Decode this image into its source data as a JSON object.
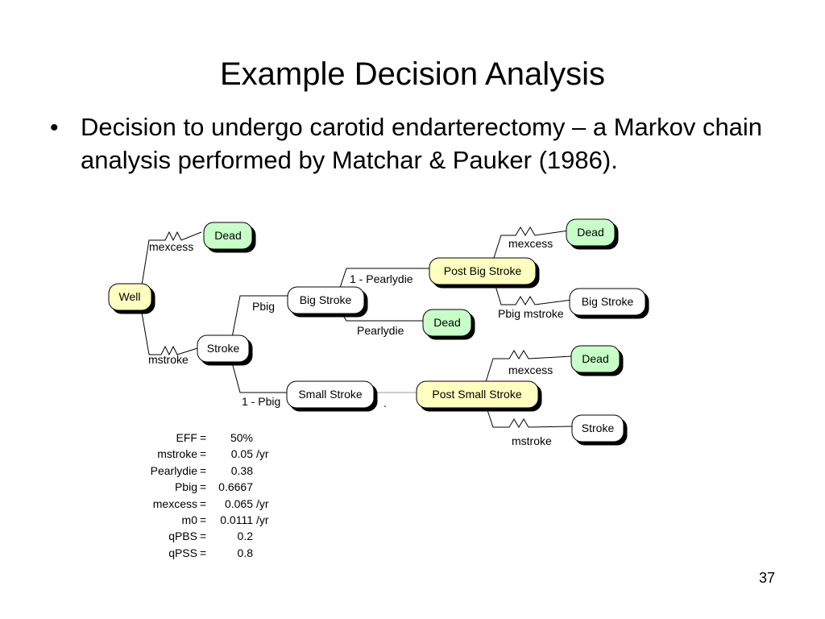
{
  "slide": {
    "title": "Example Decision Analysis",
    "bullet": "Decision to undergo carotid endarterectomy – a Markov chain analysis performed by Matchar & Pauker (1986).",
    "page_number": "37"
  },
  "diagram": {
    "nodes": {
      "well": "Well",
      "dead_top": "Dead",
      "stroke": "Stroke",
      "big_stroke": "Big Stroke",
      "small_stroke": "Small Stroke",
      "post_big_stroke": "Post Big Stroke",
      "dead_pearly": "Dead",
      "dead_pbs": "Dead",
      "big_stroke_pbs": "Big Stroke",
      "post_small_stroke": "Post Small Stroke",
      "dead_pss": "Dead",
      "stroke_pss": "Stroke"
    },
    "edges": {
      "well_dead": "mexcess",
      "well_stroke": "mstroke",
      "stroke_big": "Pbig",
      "stroke_small": "1 - Pbig",
      "big_post": "1 - Pearlydie",
      "big_dead": "Pearlydie",
      "pbs_dead": "mexcess",
      "pbs_big": "Pbig mstroke",
      "pss_dead": "mexcess",
      "pss_stroke": "mstroke",
      "small_dot": "."
    },
    "colors": {
      "decision_fill": "#FFFFC0",
      "terminal_fill": "#C8FFC8",
      "chance_fill": "#FFFFFF"
    }
  },
  "parameters": [
    {
      "name": "EFF",
      "eq": "=",
      "value": "50%",
      "unit": ""
    },
    {
      "name": "mstroke",
      "eq": "=",
      "value": "0.05",
      "unit": "/yr"
    },
    {
      "name": "Pearlydie",
      "eq": "=",
      "value": "0.38",
      "unit": ""
    },
    {
      "name": "Pbig",
      "eq": "=",
      "value": "0.6667",
      "unit": ""
    },
    {
      "name": "mexcess",
      "eq": "=",
      "value": "0.065",
      "unit": "/yr"
    },
    {
      "name": "m0",
      "eq": "=",
      "value": "0.0111",
      "unit": "/yr"
    },
    {
      "name": "qPBS",
      "eq": "=",
      "value": "0.2",
      "unit": ""
    },
    {
      "name": "qPSS",
      "eq": "=",
      "value": "0.8",
      "unit": ""
    }
  ]
}
